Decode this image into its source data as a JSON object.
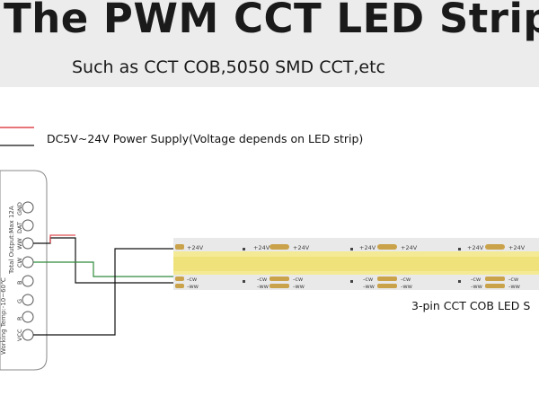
{
  "header": {
    "title": "The PWM CCT LED Strip",
    "subtitle": "Such as CCT COB,5050 SMD CCT,etc"
  },
  "power_supply": {
    "label": "DC5V~24V Power Supply(Voltage depends on LED strip)"
  },
  "controller": {
    "spec_line_1": "Total Output:Max 12A",
    "spec_line_2": "Working Temp:-10~60℃",
    "terminals": [
      "GND",
      "DAT",
      "WW",
      "CW",
      "B",
      "G",
      "R",
      "VCC"
    ]
  },
  "strip": {
    "label": "3-pin CCT COB LED S",
    "pad_top": "+24V",
    "pad_cw": "-cw",
    "pad_ww": "-ww"
  },
  "colors": {
    "red_wire": "#d8232a",
    "black_wire": "#111111",
    "green_wire": "#2e8b3a",
    "strip_yellow": "#f0e27a",
    "strip_pcb": "#e8e8e8"
  }
}
